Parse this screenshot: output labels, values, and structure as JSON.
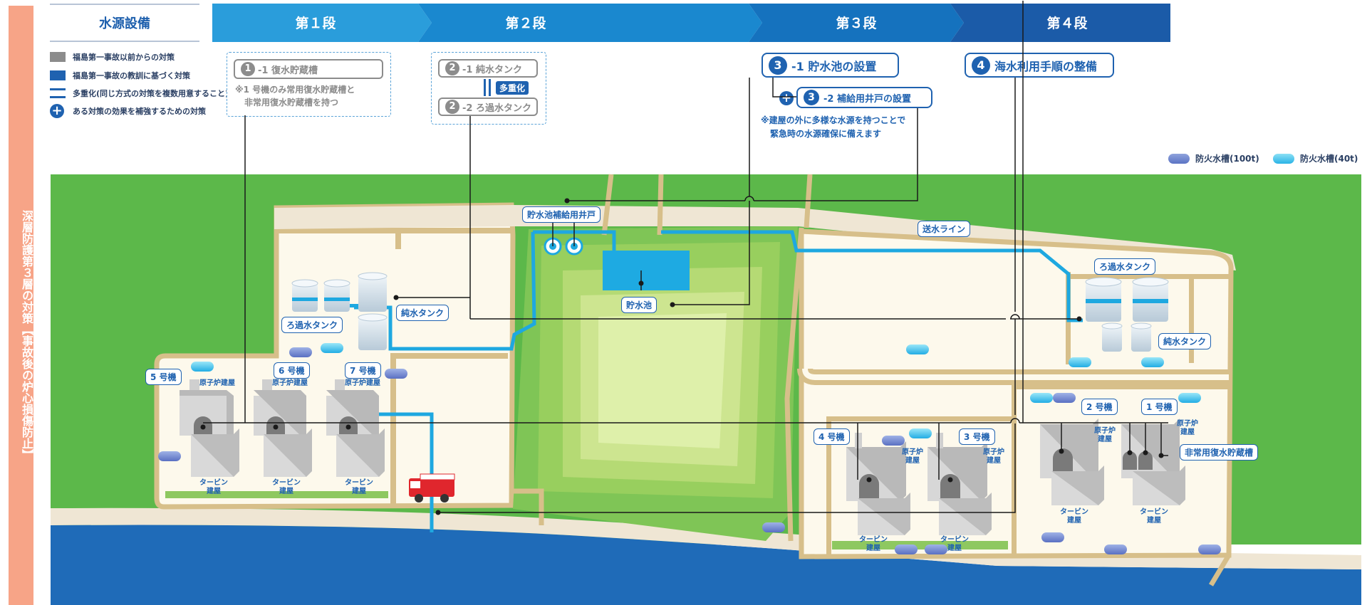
{
  "side_label": "深層防護第３層の対策【事故後の炉心損傷防止】",
  "header": {
    "left_title": "水源設備",
    "stages": [
      "第１段",
      "第２段",
      "第３段",
      "第４段"
    ]
  },
  "legend": {
    "items": [
      "福島第一事故以前からの対策",
      "福島第一事故の教訓に基づく対策",
      "多重化(同じ方式の対策を複数用意すること)",
      "ある対策の効果を補強するための対策"
    ],
    "tank_100t": "防火水槽(100t)",
    "tank_40t": "防火水槽(40t)"
  },
  "measures": {
    "m1_num": "1",
    "m1_label": "-1  復水貯蔵槽",
    "m1_note_1": "※1 号機のみ常用復水貯蔵槽と",
    "m1_note_2": "非常用復水貯蔵槽を持つ",
    "m21_num": "2",
    "m21_label": "-1  純水タンク",
    "m22_num": "2",
    "m22_label": "-2  ろ過水タンク",
    "multiplex": "多重化",
    "m31_num": "3",
    "m31_label": "-1  貯水池の設置",
    "m32_num": "3",
    "m32_label": "-2  補給用井戸の設置",
    "m3_note_1": "※建屋の外に多様な水源を持つことで",
    "m3_note_2": "緊急時の水源確保に備えます",
    "m4_num": "4",
    "m4_label": "海水利用手順の整備"
  },
  "map": {
    "well": "貯水池補給用井戸",
    "pond": "貯水池",
    "pure_tank_left": "純水タンク",
    "filter_tank_left": "ろ過水タンク",
    "transfer_line": "送水ライン",
    "filter_tank_right": "ろ過水タンク",
    "pure_tank_right": "純水タンク",
    "unit5": "5 号機",
    "unit6": "6 号機",
    "unit7": "7 号機",
    "unit4": "4 号機",
    "unit3": "3 号機",
    "unit2": "2 号機",
    "unit1": "1 号機",
    "reactor_bldg": "原子炉建屋",
    "reactor_bldg_2line_a": "原子炉",
    "reactor_bldg_2line_b": "建屋",
    "turbine_a": "タービン",
    "turbine_b": "建屋",
    "emergency_cst": "非常用復水貯蔵槽"
  },
  "colors": {
    "stage_banner": "#1a88cf",
    "accent_blue": "#1f62b0",
    "pipe_blue": "#1ea8e0",
    "grass": "#5cb84a",
    "sea": "#1f6bb8",
    "road": "#d7bf8a",
    "site": "#fdf9ec",
    "side_band": "#f7a487"
  }
}
